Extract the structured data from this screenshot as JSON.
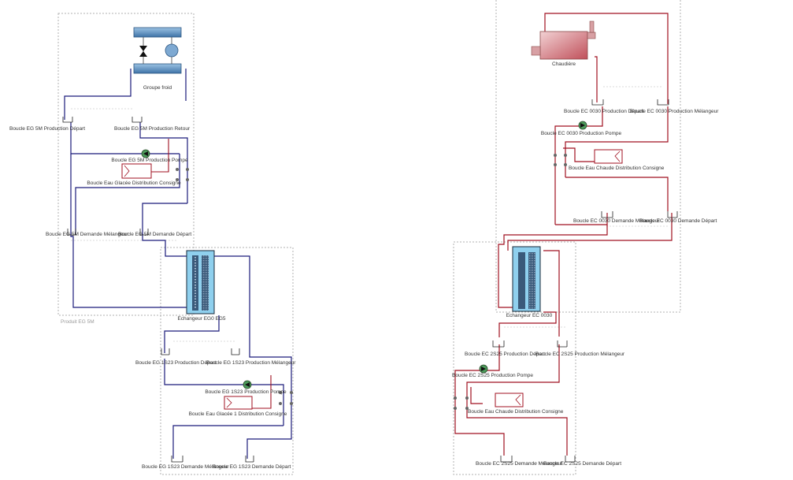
{
  "diagram": {
    "title": "Hydraulic schematic",
    "colors": {
      "cold_loop": "#1a1a7a",
      "hot_loop": "#a01020",
      "frame": "#b0b0b0",
      "exchanger_fill": "#8fd0ee",
      "exchanger_tube": "#3a5a7a",
      "chiller_bar": "#4a7fb0",
      "boiler": "#d88a90"
    },
    "left": {
      "chiller_label": "Groupe froid",
      "prod_depart_label": "Boucle EG 5M Production Départ",
      "prod_retour_label": "Boucle EG 5M Production Retour",
      "pump_label": "Boucle EG 5M Production Pompe",
      "bypass_label": "Boucle Eau Glacée Distribution Consigne",
      "demand_retour_label": "Boucle EG 5M Demande Mélangeur",
      "demand_depart_label": "Boucle EG 5M Demande Départ",
      "plant_label": "Produit EG 5M",
      "exchanger_label": "Echangeur EG0 EG5",
      "sec_prod_depart_label": "Boucle EG 1S23 Production Départ",
      "sec_prod_retour_label": "Boucle EG 1S23 Production Mélangeur",
      "sec_pump_label": "Boucle EG 1S23 Production Pompe",
      "sec_bypass_label": "Boucle Eau Glacée 1 Distribution Consigne",
      "sec_demand_retour_label": "Boucle EG 1S23 Demande Mélangeur",
      "sec_demand_depart_label": "Boucle EG 1S23 Demande Départ"
    },
    "right": {
      "boiler_label": "Chaudière",
      "prod_depart_label": "Boucle EC 0030 Production Départ",
      "prod_retour_label": "Boucle EC 0030 Production Mélangeur",
      "pump_label": "Boucle EC 0030 Production Pompe",
      "bypass_label": "Boucle Eau Chaude Distribution Consigne",
      "demand_retour_label": "Boucle EC 0030 Demande Mélangeur",
      "demand_depart_label": "Boucle EC 0030 Demande Départ",
      "exchanger_label": "Echangeur EC 0030",
      "sec_prod_depart_label": "Boucle EC 2S25 Production Départ",
      "sec_prod_retour_label": "Boucle EC 2S25 Production Mélangeur",
      "sec_pump_label": "Boucle EC 2S25 Production Pompe",
      "sec_bypass_label": "Boucle Eau Chaude Distribution Consigne",
      "sec_demand_retour_label": "Boucle EC 2S25 Demande Mélangeur",
      "sec_demand_depart_label": "Boucle EC 2S25 Demande Départ"
    }
  }
}
